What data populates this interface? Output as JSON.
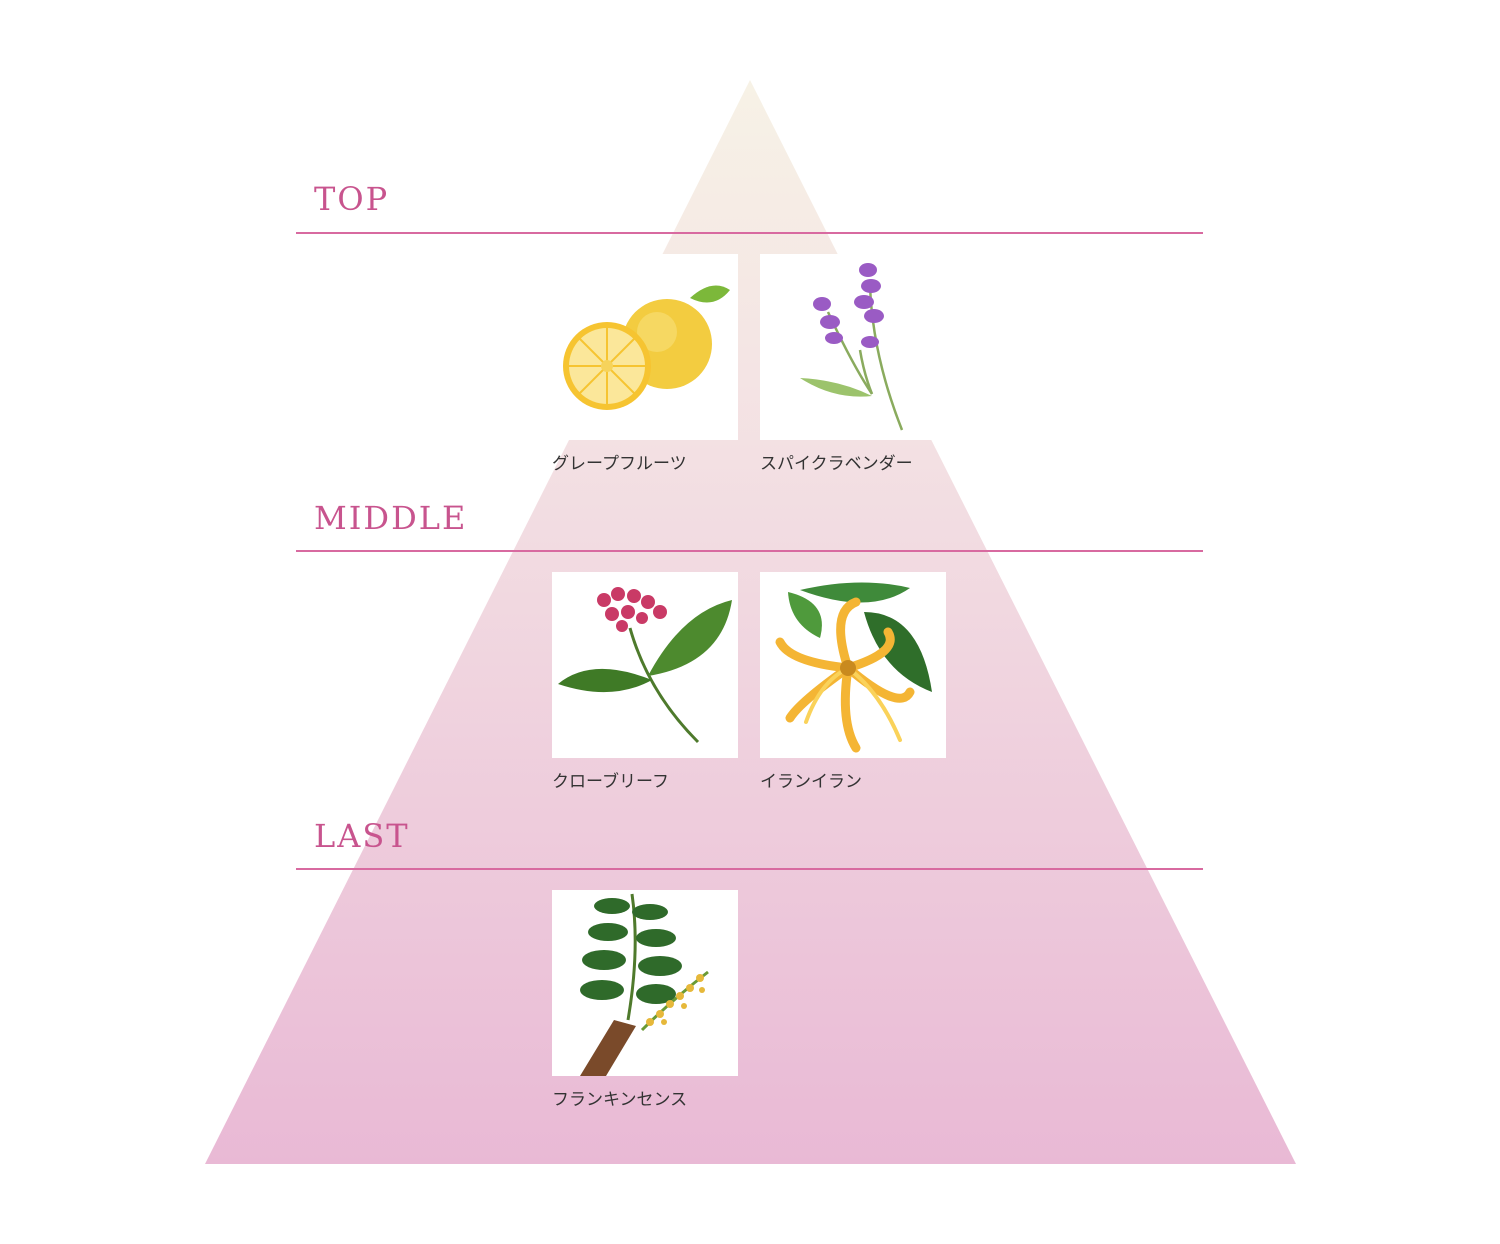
{
  "colors": {
    "accent": "#c8548e",
    "rule": "#d86aa0",
    "pyramid_top": "#f7f2e6",
    "pyramid_bottom": "#e9b9d5",
    "label_text": "#333333"
  },
  "tiers": [
    {
      "title": "TOP",
      "notes": [
        {
          "label": "グレープフルーツ",
          "icon": "grapefruit-icon"
        },
        {
          "label": "スパイクラベンダー",
          "icon": "lavender-icon"
        }
      ]
    },
    {
      "title": "MIDDLE",
      "notes": [
        {
          "label": "クローブリーフ",
          "icon": "clove-leaf-icon"
        },
        {
          "label": "イランイラン",
          "icon": "ylang-ylang-icon"
        }
      ]
    },
    {
      "title": "LAST",
      "notes": [
        {
          "label": "フランキンセンス",
          "icon": "frankincense-icon"
        }
      ]
    }
  ]
}
